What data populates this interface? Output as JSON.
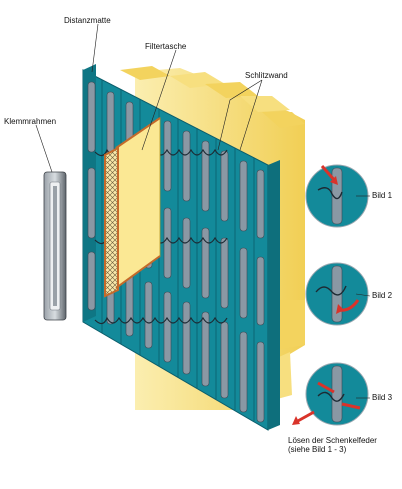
{
  "labels": {
    "distanzmatte": "Distanzmatte",
    "filtertasche": "Filtertasche",
    "schlitzwand": "Schlitzwand",
    "klemmrahmen": "Klemmrahmen",
    "bild1": "Bild 1",
    "bild2": "Bild 2",
    "bild3": "Bild 3",
    "caption_line1": "Lösen der Schenkelfeder",
    "caption_line2": "(siehe Bild 1 - 3)"
  },
  "colors": {
    "wall_teal": "#138a9a",
    "wall_dark": "#0b5d6b",
    "slot_grey": "#8a98a4",
    "filter_yellow": "#f5d86a",
    "filter_light": "#fbeeb0",
    "frame_grey": "#6d747c",
    "copper": "#c46a2a",
    "arrow_red": "#d9332a"
  },
  "icons": [
    "spring-clip-icon",
    "arrow-icon"
  ]
}
